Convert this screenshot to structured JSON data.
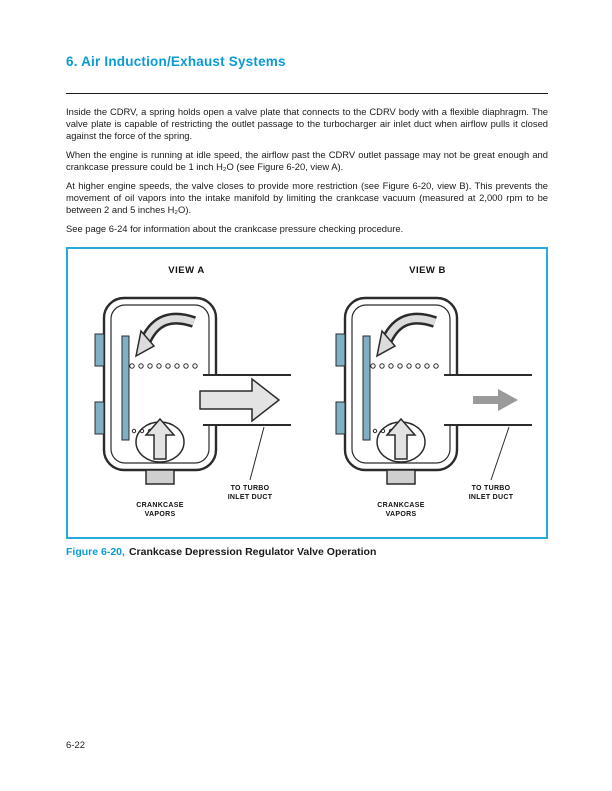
{
  "colors": {
    "accent": "#0a9bd7",
    "figure_border": "#27a9dc",
    "ink": "#1b1b1b",
    "diagram_line": "#2b2b2b",
    "arrow_fill": "#e3e3e3",
    "small_arrow_fill": "#9a9a9a",
    "plate_fill": "#7fb0c6"
  },
  "header": {
    "title": "6. Air Induction/Exhaust Systems"
  },
  "body": {
    "p1": "Inside the CDRV, a spring holds open a valve plate that connects to the CDRV body with a flexible diaphragm. The valve plate is capable of restricting the outlet passage to the turbocharger air inlet duct when airflow pulls it closed against the force of the spring.",
    "p2": "When the engine is running at idle speed, the airflow past the CDRV outlet passage may not be great enough and crankcase pressure could be 1 inch H₂O (see Figure 6-20, view A).",
    "p3": "At higher engine speeds, the valve closes to provide more restriction (see Figure 6-20, view B). This prevents the movement of oil vapors into the intake manifold by limiting the crankcase vacuum (measured at 2,000 rpm to be between 2 and 5 inches H₂O).",
    "p4": "See page 6-24 for information about the crankcase pressure checking procedure."
  },
  "figure": {
    "view_a": "VIEW A",
    "view_b": "VIEW B",
    "to_turbo_1": "TO TURBO",
    "to_turbo_2": "INLET DUCT",
    "crankcase_1": "CRANKCASE",
    "crankcase_2": "VAPORS",
    "caption_prefix": "Figure 6-20,",
    "caption_title": "Crankcase Depression Regulator Valve Operation"
  },
  "footer": {
    "page_number": "6-22"
  }
}
